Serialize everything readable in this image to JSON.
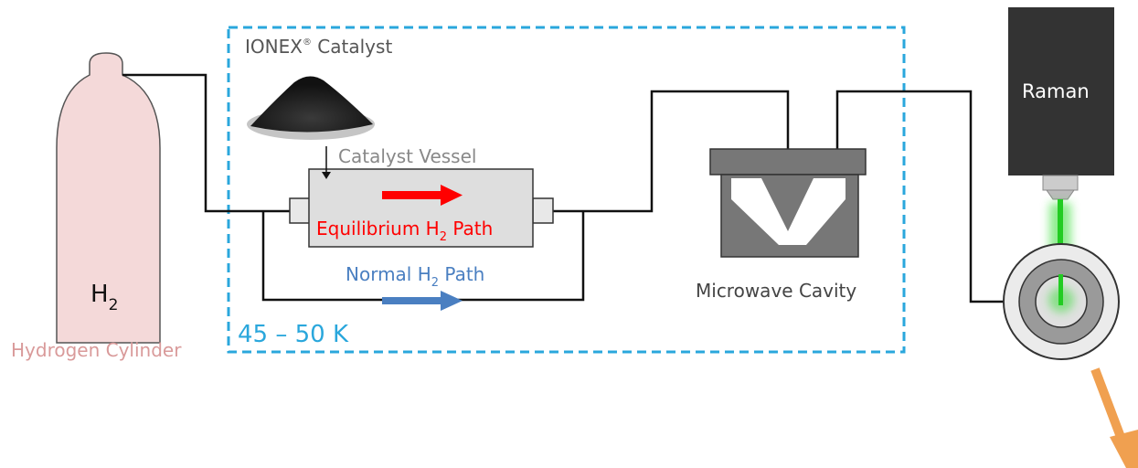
{
  "temperature_zone": {
    "label": "45 – 50 K"
  },
  "catalyst": {
    "name": "IONEX",
    "mark": "®",
    "suffix": " Catalyst"
  },
  "vessel": {
    "label": "Catalyst Vessel"
  },
  "equilibrium_path": {
    "prefix": "Equilibrium H",
    "sub": "2",
    "suffix": " Path"
  },
  "normal_path": {
    "prefix": "Normal H",
    "sub": "2",
    "suffix": " Path"
  },
  "cylinder": {
    "symbol": "H",
    "sub": "2",
    "label": "Hydrogen Cylinder"
  },
  "cavity": {
    "label": "Microwave Cavity"
  },
  "raman": {
    "label": "Raman"
  },
  "colors": {
    "cylinder_fill": "#f4d9d9",
    "cylinder_label": "#d99a9a",
    "zone_border": "#2aa7dc",
    "equilibrium": "#ff0000",
    "normal": "#4a7fc1",
    "laser": "#33dd33",
    "output_arrow": "#f0a050"
  }
}
